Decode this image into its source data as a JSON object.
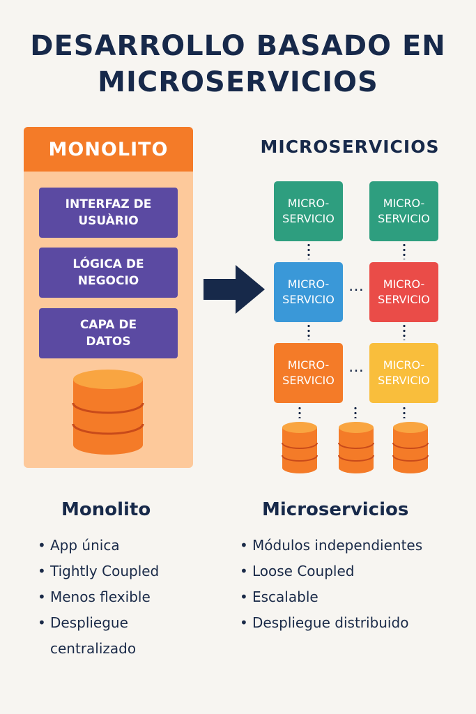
{
  "title": {
    "line1": "DESARROLLO BASADO EN",
    "line2": "MICROSERVICIOS"
  },
  "monolith": {
    "header": "MONOLITO",
    "layers": [
      "INTERFAZ DE\nUSUÀRIO",
      "LÓGICA DE\nNEGOCIO",
      "CAPA DE\nDATOS"
    ],
    "colors": {
      "header": "#f47b28",
      "body": "#fdc99b",
      "layer": "#5b4aa2",
      "db": "#f47b28"
    }
  },
  "microservices": {
    "title": "MICROSERVICIOS",
    "services": [
      {
        "label": "MICRO-\nSERVICIO",
        "color": "#2e9e7f"
      },
      {
        "label": "MICRO-\nSERVICIO",
        "color": "#2e9e7f"
      },
      {
        "label": "MICRO-\nSERVICIO",
        "color": "#3a98d8"
      },
      {
        "label": "MICRO-\nSERVICIO",
        "color": "#ea4c48"
      },
      {
        "label": "MICRO-\nSERVICIO",
        "color": "#f47b28"
      },
      {
        "label": "MICRO-\nSERVICIO",
        "color": "#f9be3c"
      }
    ],
    "ellipsis": "…"
  },
  "arrow_color": "#17294a",
  "left_list": {
    "heading": "Monolito",
    "items": [
      "App única",
      "Tightly Coupled",
      "Menos flexible",
      "Despliegue\ncentralizado"
    ]
  },
  "right_list": {
    "heading": "Microservicios",
    "items": [
      "Módulos independientes",
      "Loose Coupled",
      "Escalable",
      "Despliegue distribuido"
    ]
  }
}
